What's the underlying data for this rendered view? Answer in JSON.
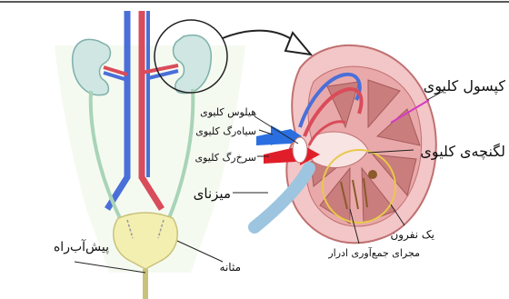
{
  "labels": {
    "renal_capsule": "کپسول کلیوی",
    "renal_pelvis": "لگنچه‌ی کلیوی",
    "renal_hilum": "هیلوس کلیوی",
    "renal_vein": "سیاه‌رگ کلیوی",
    "renal_artery": "سرخ‌رگ کلیوی",
    "ureter": "میزنای",
    "nephron": "یک نفرون",
    "collecting_duct": "مجرای جمع‌آوری ادرار",
    "bladder": "مثانه",
    "urethra": "پیش‌آب‌راه"
  },
  "colors": {
    "kidney_fill": "#cfe6e3",
    "kidney_stroke": "#7fb0aa",
    "vein": "#4a6fd8",
    "artery": "#d94c5a",
    "cortex": "#f3c6c8",
    "pyramid": "#c97d7c",
    "ureter": "#9dc5e0",
    "bladder": "#f3efb0",
    "nephron_ring": "#e8c94a"
  }
}
